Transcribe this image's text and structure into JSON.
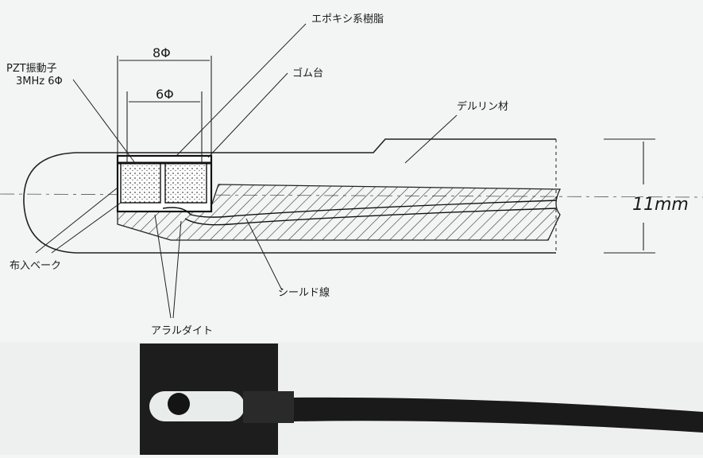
{
  "drawing": {
    "labels": {
      "epoxy": "エポキシ系樹脂",
      "rubber_base": "ゴム台",
      "pzt": "PZT振動子",
      "pzt_spec": "3MHz 6Φ",
      "delrin": "デルリン材",
      "bakelite": "布入ベーク",
      "shield_wire": "シールド線",
      "araldite": "アラルダイト"
    },
    "dimensions": {
      "outer_diameter": "8Φ",
      "inner_diameter": "6Φ",
      "height": "11mm"
    }
  }
}
